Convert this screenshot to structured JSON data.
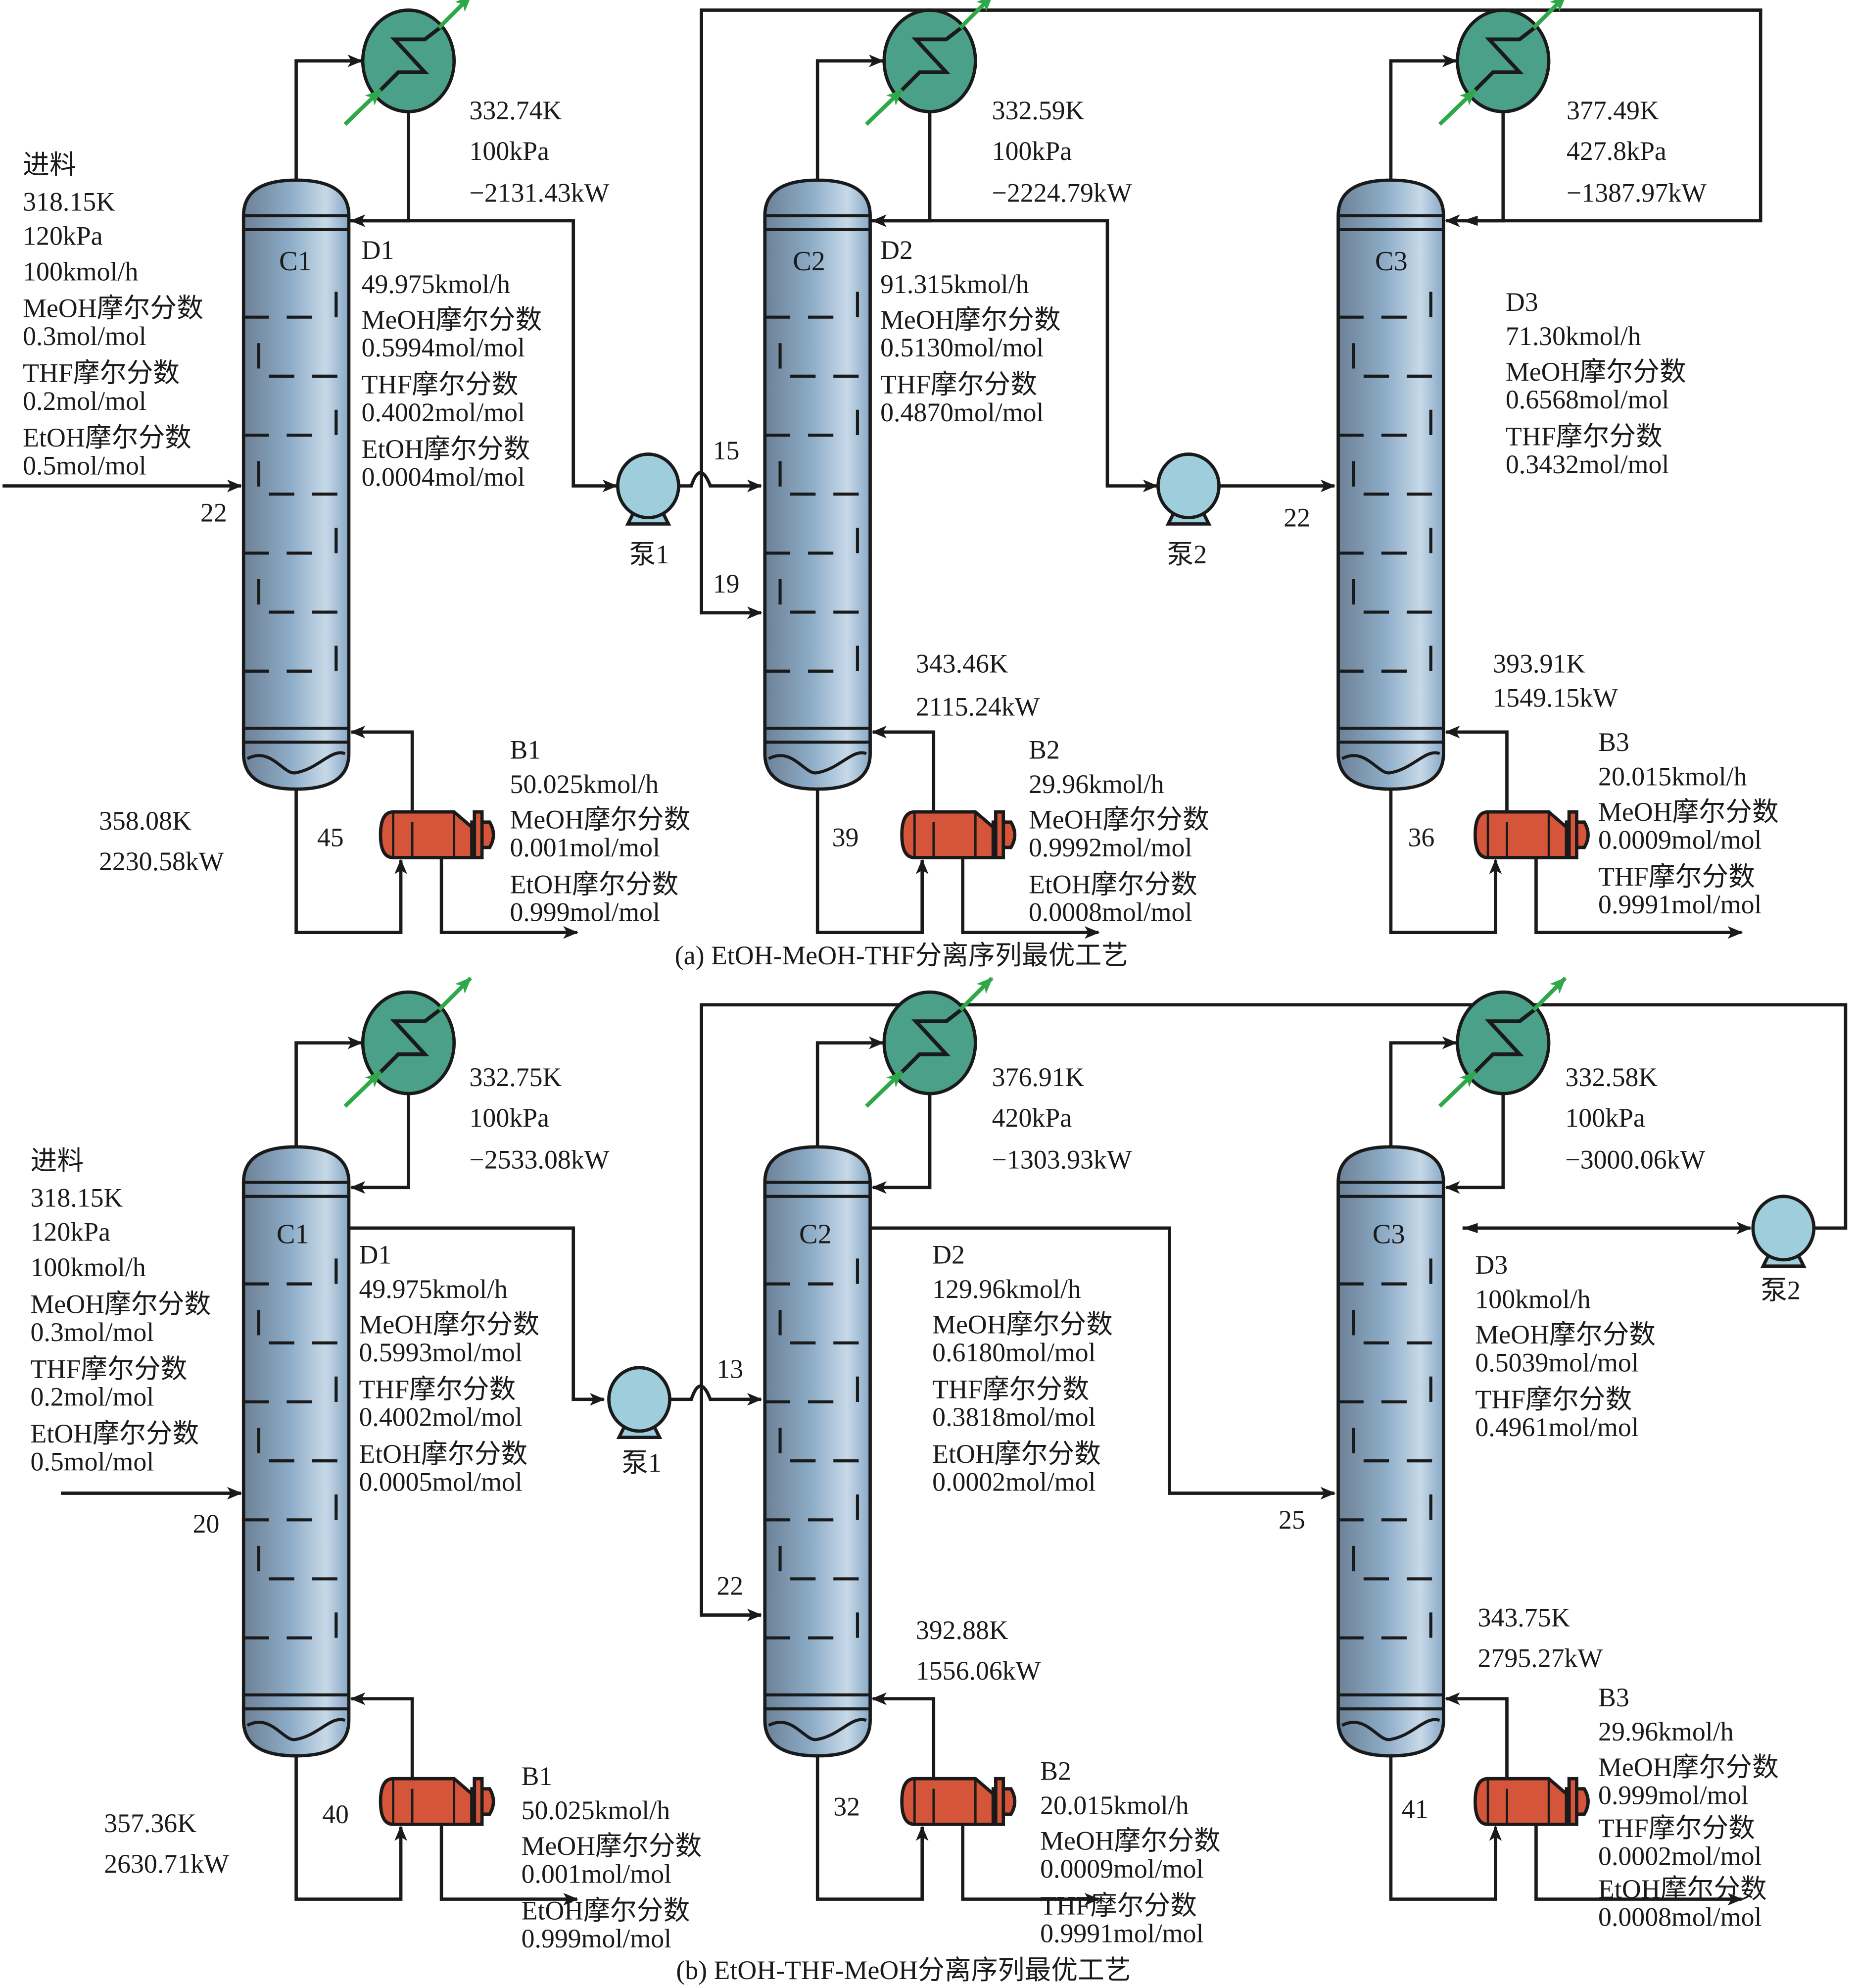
{
  "figure": {
    "panels": [
      {
        "id": "a",
        "caption": "(a) EtOH-MeOH-THF分离序列最优工艺",
        "feed": {
          "title": "进料",
          "temperature": "318.15K",
          "pressure": "120kPa",
          "flow": "100kmol/h",
          "components": [
            {
              "label": "MeOH摩尔分数",
              "value": "0.3mol/mol"
            },
            {
              "label": "THF摩尔分数",
              "value": "0.2mol/mol"
            },
            {
              "label": "EtOH摩尔分数",
              "value": "0.5mol/mol"
            }
          ],
          "stage": "22"
        },
        "columns": [
          {
            "name": "C1",
            "condenser": {
              "temperature": "332.74K",
              "pressure": "100kPa",
              "duty": "−2131.43kW"
            },
            "reboiler": {
              "temperature": "358.08K",
              "duty": "2230.58kW"
            },
            "total_stages": "45",
            "distillate": {
              "name": "D1",
              "flow": "49.975kmol/h",
              "components": [
                {
                  "label": "MeOH摩尔分数",
                  "value": "0.5994mol/mol"
                },
                {
                  "label": "THF摩尔分数",
                  "value": "0.4002mol/mol"
                },
                {
                  "label": "EtOH摩尔分数",
                  "value": "0.0004mol/mol"
                }
              ]
            },
            "bottoms": {
              "name": "B1",
              "flow": "50.025kmol/h",
              "components": [
                {
                  "label": "MeOH摩尔分数",
                  "value": "0.001mol/mol"
                },
                {
                  "label": "EtOH摩尔分数",
                  "value": "0.999mol/mol"
                }
              ]
            }
          },
          {
            "name": "C2",
            "condenser": {
              "temperature": "332.59K",
              "pressure": "100kPa",
              "duty": "−2224.79kW"
            },
            "reboiler": {
              "temperature": "343.46K",
              "duty": "2115.24kW"
            },
            "total_stages": "39",
            "feed_stages": [
              "15",
              "19"
            ],
            "distillate": {
              "name": "D2",
              "flow": "91.315kmol/h",
              "components": [
                {
                  "label": "MeOH摩尔分数",
                  "value": "0.5130mol/mol"
                },
                {
                  "label": "THF摩尔分数",
                  "value": "0.4870mol/mol"
                }
              ]
            },
            "bottoms": {
              "name": "B2",
              "flow": "29.96kmol/h",
              "components": [
                {
                  "label": "MeOH摩尔分数",
                  "value": "0.9992mol/mol"
                },
                {
                  "label": "EtOH摩尔分数",
                  "value": "0.0008mol/mol"
                }
              ]
            }
          },
          {
            "name": "C3",
            "condenser": {
              "temperature": "377.49K",
              "pressure": "427.8kPa",
              "duty": "−1387.97kW"
            },
            "reboiler": {
              "temperature": "393.91K",
              "duty": "1549.15kW"
            },
            "total_stages": "36",
            "feed_stages": [
              "22"
            ],
            "distillate": {
              "name": "D3",
              "flow": "71.30kmol/h",
              "components": [
                {
                  "label": "MeOH摩尔分数",
                  "value": "0.6568mol/mol"
                },
                {
                  "label": "THF摩尔分数",
                  "value": "0.3432mol/mol"
                }
              ]
            },
            "bottoms": {
              "name": "B3",
              "flow": "20.015kmol/h",
              "components": [
                {
                  "label": "MeOH摩尔分数",
                  "value": "0.0009mol/mol"
                },
                {
                  "label": "THF摩尔分数",
                  "value": "0.9991mol/mol"
                }
              ]
            }
          }
        ],
        "pumps": [
          "泵1",
          "泵2"
        ]
      },
      {
        "id": "b",
        "caption": "(b) EtOH-THF-MeOH分离序列最优工艺",
        "feed": {
          "title": "进料",
          "temperature": "318.15K",
          "pressure": "120kPa",
          "flow": "100kmol/h",
          "components": [
            {
              "label": "MeOH摩尔分数",
              "value": "0.3mol/mol"
            },
            {
              "label": "THF摩尔分数",
              "value": "0.2mol/mol"
            },
            {
              "label": "EtOH摩尔分数",
              "value": "0.5mol/mol"
            }
          ],
          "stage": "20"
        },
        "columns": [
          {
            "name": "C1",
            "condenser": {
              "temperature": "332.75K",
              "pressure": "100kPa",
              "duty": "−2533.08kW"
            },
            "reboiler": {
              "temperature": "357.36K",
              "duty": "2630.71kW"
            },
            "total_stages": "40",
            "distillate": {
              "name": "D1",
              "flow": "49.975kmol/h",
              "components": [
                {
                  "label": "MeOH摩尔分数",
                  "value": "0.5993mol/mol"
                },
                {
                  "label": "THF摩尔分数",
                  "value": "0.4002mol/mol"
                },
                {
                  "label": "EtOH摩尔分数",
                  "value": "0.0005mol/mol"
                }
              ]
            },
            "bottoms": {
              "name": "B1",
              "flow": "50.025kmol/h",
              "components": [
                {
                  "label": "MeOH摩尔分数",
                  "value": "0.001mol/mol"
                },
                {
                  "label": "EtOH摩尔分数",
                  "value": "0.999mol/mol"
                }
              ]
            }
          },
          {
            "name": "C2",
            "condenser": {
              "temperature": "376.91K",
              "pressure": "420kPa",
              "duty": "−1303.93kW"
            },
            "reboiler": {
              "temperature": "392.88K",
              "duty": "1556.06kW"
            },
            "total_stages": "32",
            "feed_stages": [
              "13",
              "22"
            ],
            "distillate": {
              "name": "D2",
              "flow": "129.96kmol/h",
              "components": [
                {
                  "label": "MeOH摩尔分数",
                  "value": "0.6180mol/mol"
                },
                {
                  "label": "THF摩尔分数",
                  "value": "0.3818mol/mol"
                },
                {
                  "label": "EtOH摩尔分数",
                  "value": "0.0002mol/mol"
                }
              ]
            },
            "bottoms": {
              "name": "B2",
              "flow": "20.015kmol/h",
              "components": [
                {
                  "label": "MeOH摩尔分数",
                  "value": "0.0009mol/mol"
                },
                {
                  "label": "THF摩尔分数",
                  "value": "0.9991mol/mol"
                }
              ]
            }
          },
          {
            "name": "C3",
            "condenser": {
              "temperature": "332.58K",
              "pressure": "100kPa",
              "duty": "−3000.06kW"
            },
            "reboiler": {
              "temperature": "343.75K",
              "duty": "2795.27kW"
            },
            "total_stages": "41",
            "feed_stages": [
              "25"
            ],
            "distillate": {
              "name": "D3",
              "flow": "100kmol/h",
              "components": [
                {
                  "label": "MeOH摩尔分数",
                  "value": "0.5039mol/mol"
                },
                {
                  "label": "THF摩尔分数",
                  "value": "0.4961mol/mol"
                }
              ]
            },
            "bottoms": {
              "name": "B3",
              "flow": "29.96kmol/h",
              "components": [
                {
                  "label": "MeOH摩尔分数",
                  "value": "0.999mol/mol"
                },
                {
                  "label": "THF摩尔分数",
                  "value": "0.0002mol/mol"
                },
                {
                  "label": "EtOH摩尔分数",
                  "value": "0.0008mol/mol"
                }
              ]
            }
          }
        ],
        "pumps": [
          "泵1",
          "泵2"
        ]
      }
    ],
    "colors": {
      "column_dark": "#6f8499",
      "column_light": "#c3d6e6",
      "column_mid": "#8fb0cc",
      "condenser": "#4aa088",
      "coolant_arrow": "#2fa84a",
      "reboiler": "#d4553a",
      "pump": "#9ecddb",
      "line": "#1a1a1a"
    }
  }
}
